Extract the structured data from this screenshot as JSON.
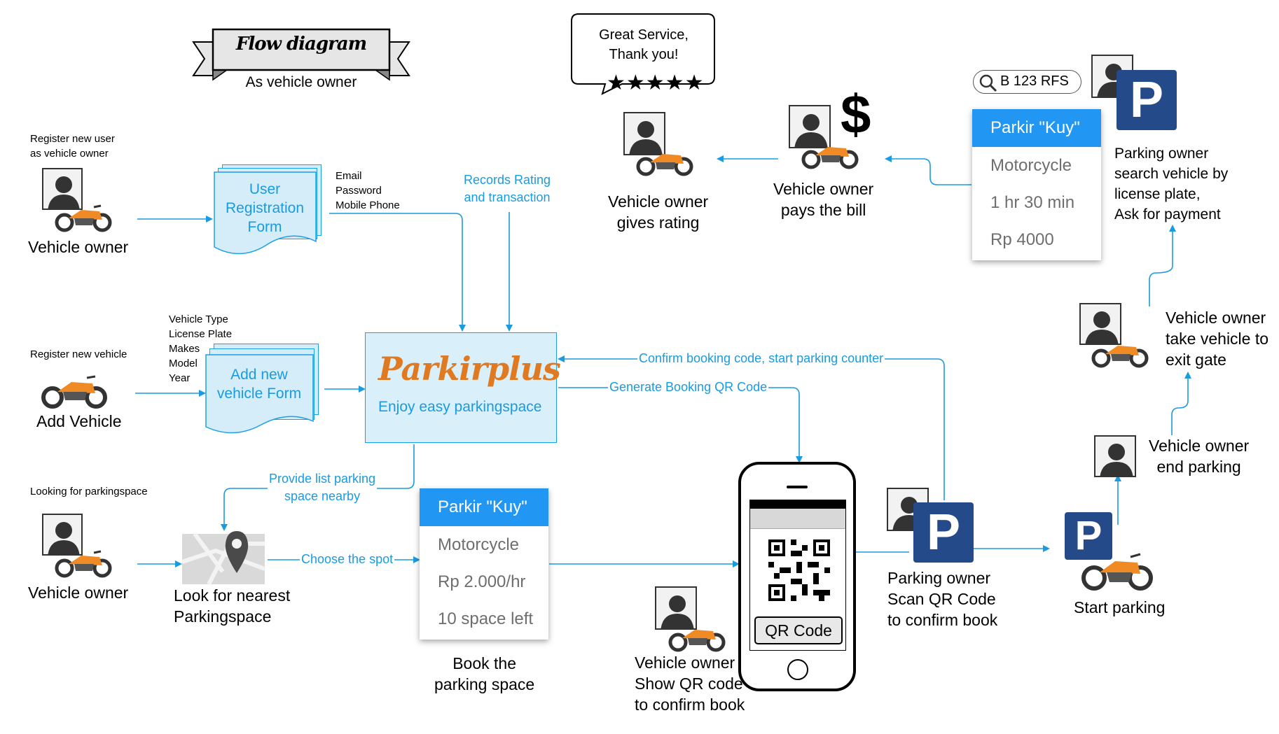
{
  "header": {
    "title": "Flow diagram",
    "subtitle": "As vehicle owner"
  },
  "steps": {
    "register_user": {
      "note": "Register new user\nas vehicle owner",
      "label": "Vehicle owner"
    },
    "register_vehicle": {
      "note": "Register new vehicle",
      "label": "Add Vehicle"
    },
    "looking": {
      "note": "Looking for parkingspace",
      "label": "Vehicle owner"
    },
    "look_nearest": {
      "label": "Look for nearest\nParkingspace"
    },
    "book": {
      "label": "Book the\nparking space"
    },
    "show_qr": {
      "label": "Vehicle owner\nShow QR code\nto confirm book"
    },
    "scan_qr": {
      "label": "Parking owner\nScan QR Code\nto confirm book"
    },
    "start_parking": {
      "label": "Start parking"
    },
    "end_parking": {
      "label": "Vehicle owner\nend parking"
    },
    "exit_gate": {
      "label": "Vehicle owner\ntake vehicle to\nexit gate"
    },
    "search_plate": {
      "label": "Parking owner\nsearch vehicle by\nlicense plate,\nAsk for payment"
    },
    "pays_bill": {
      "label": "Vehicle owner\npays the bill"
    },
    "gives_rating": {
      "label": "Vehicle owner\ngives rating"
    }
  },
  "forms": {
    "registration": {
      "label": "User\nRegistration\nForm",
      "fields": "Email\nPassword\nMobile Phone"
    },
    "vehicle": {
      "label": "Add new\nvehicle Form",
      "fields": "Vehicle Type\nLicense Plate\nMakes\nModel\nYear"
    }
  },
  "app": {
    "name": "Parkirplus",
    "tagline": "Enjoy easy parkingspace"
  },
  "flow_labels": {
    "records": "Records Rating\nand transaction",
    "confirm": "Confirm booking code, start parking counter",
    "generate": "Generate Booking QR Code",
    "provide": "Provide list parking\nspace nearby",
    "choose": "Choose the spot"
  },
  "booking_card": {
    "name": "Parkir \"Kuy\"",
    "vehicle": "Motorcycle",
    "rate": "Rp 2.000/hr",
    "spaces": "10 space left"
  },
  "bill_card": {
    "name": "Parkir \"Kuy\"",
    "vehicle": "Motorcycle",
    "duration": "1 hr 30 min",
    "amount": "Rp 4000"
  },
  "phone": {
    "button": "QR Code"
  },
  "search": {
    "plate": "B 123 RFS"
  },
  "speech": {
    "text": "Great Service,\nThank you!",
    "stars": "★★★★★"
  },
  "parking_sign": "P",
  "dollar": "$",
  "colors": {
    "flow_blue": "#1a9be0",
    "form_fill": "#d4edf9",
    "app_fill": "#d9effa",
    "brand_orange": "#e07a22",
    "card_header": "#2196f3",
    "parking_sign": "#244a89",
    "moto_orange": "#f08a24"
  },
  "icons": [
    "person-icon",
    "motorcycle-icon",
    "parking-sign-icon",
    "map-pin-icon",
    "qr-code-icon",
    "search-icon",
    "dollar-icon",
    "star-icon",
    "phone-icon"
  ]
}
